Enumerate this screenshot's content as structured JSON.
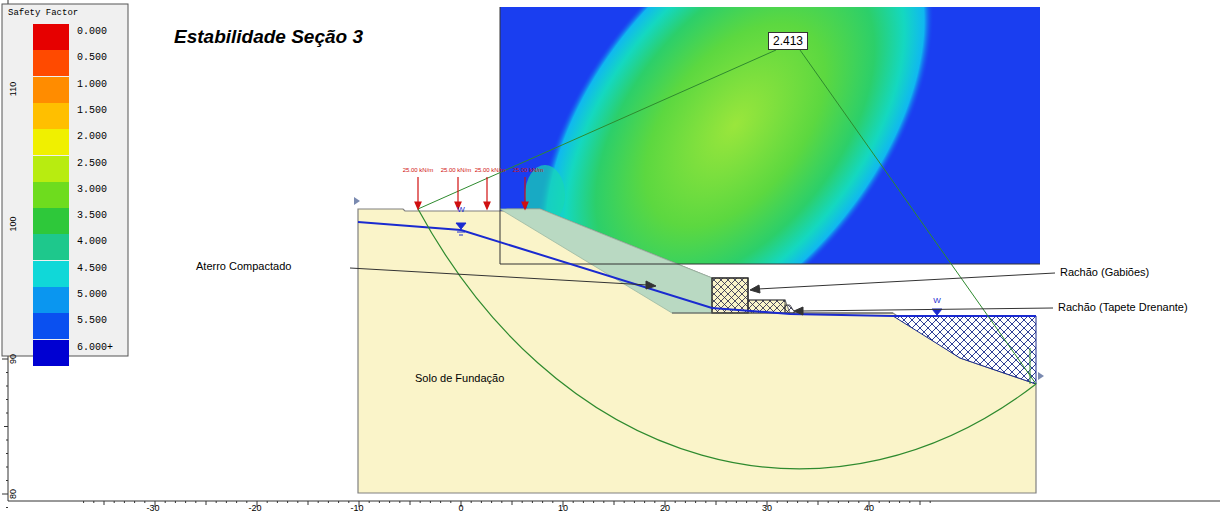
{
  "diagram": {
    "title": "Estabilidade Seção 3",
    "nodes": [
      {
        "text": [
          "2.413"
        ]
      }
    ],
    "labels": [
      "Safety Factor",
      "25.00 kN/m",
      "25.00 kN/m",
      "25.00 kN/m",
      "25.00 kN/m",
      "W",
      "W",
      "Aterro Compactado",
      "Rachão (Gabiões)",
      "Rachão (Tapete Drenante)",
      "Solo de Fundação",
      "-30",
      "-20",
      "-10",
      "0",
      "10",
      "20",
      "30",
      "40",
      "110",
      "100",
      "90",
      "80"
    ],
    "legend": [
      {
        "text": "0.000",
        "color": "#e60000"
      },
      {
        "text": "0.500",
        "color": "#ff4a00"
      },
      {
        "text": "1.000",
        "color": "#ff8c00"
      },
      {
        "text": "1.500",
        "color": "#ffbf00"
      },
      {
        "text": "2.000",
        "color": "#f0f000"
      },
      {
        "text": "2.500",
        "color": "#b8ec10"
      },
      {
        "text": "3.000",
        "color": "#6edc1e"
      },
      {
        "text": "3.500",
        "color": "#2ec83a"
      },
      {
        "text": "4.000",
        "color": "#1ec88c"
      },
      {
        "text": "4.500",
        "color": "#10d8d8"
      },
      {
        "text": "5.000",
        "color": "#0a96f0"
      },
      {
        "text": "5.500",
        "color": "#0a50f0"
      },
      {
        "text": "6.000+",
        "color": "#0000d2"
      }
    ]
  }
}
